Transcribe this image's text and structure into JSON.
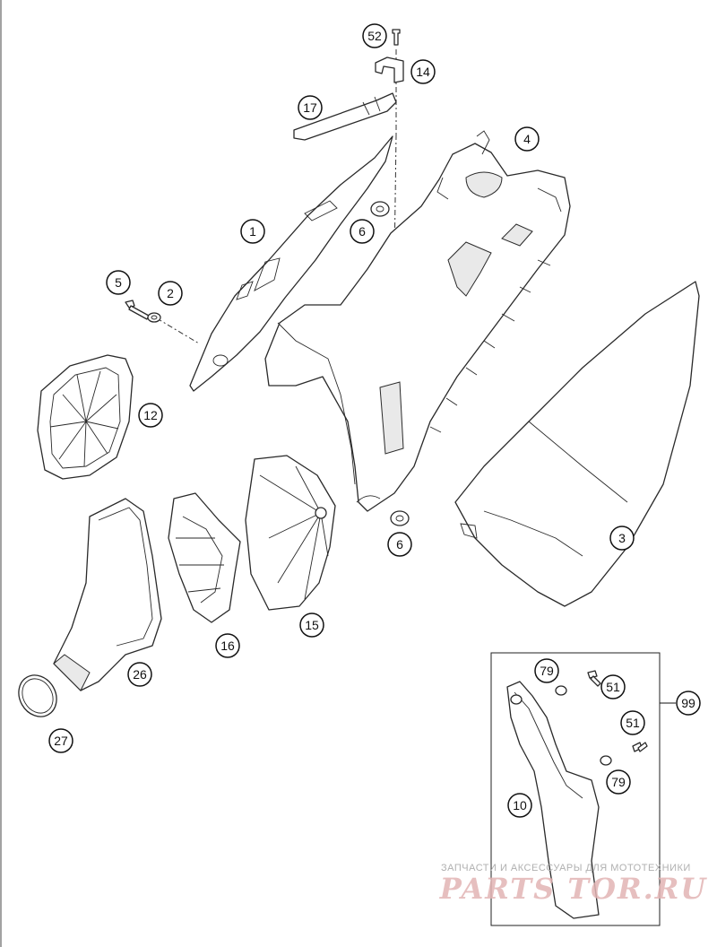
{
  "diagram": {
    "callouts": [
      {
        "id": "c52",
        "label": "52"
      },
      {
        "id": "c14",
        "label": "14"
      },
      {
        "id": "c17",
        "label": "17"
      },
      {
        "id": "c4",
        "label": "4"
      },
      {
        "id": "c1",
        "label": "1"
      },
      {
        "id": "c6a",
        "label": "6"
      },
      {
        "id": "c5",
        "label": "5"
      },
      {
        "id": "c2",
        "label": "2"
      },
      {
        "id": "c12",
        "label": "12"
      },
      {
        "id": "c3",
        "label": "3"
      },
      {
        "id": "c6b",
        "label": "6"
      },
      {
        "id": "c15",
        "label": "15"
      },
      {
        "id": "c16",
        "label": "16"
      },
      {
        "id": "c26",
        "label": "26"
      },
      {
        "id": "c27",
        "label": "27"
      },
      {
        "id": "c79a",
        "label": "79"
      },
      {
        "id": "c51a",
        "label": "51"
      },
      {
        "id": "c99",
        "label": "99"
      },
      {
        "id": "c51b",
        "label": "51"
      },
      {
        "id": "c79b",
        "label": "79"
      },
      {
        "id": "c10",
        "label": "10"
      }
    ]
  },
  "watermark": {
    "tagline": "ЗАПЧАСТИ И АКСЕССУАРЫ ДЛЯ МОТОТЕХНИКИ",
    "brand": "PARTS TOR.RU",
    "brand_color": "#d9a0a0"
  }
}
